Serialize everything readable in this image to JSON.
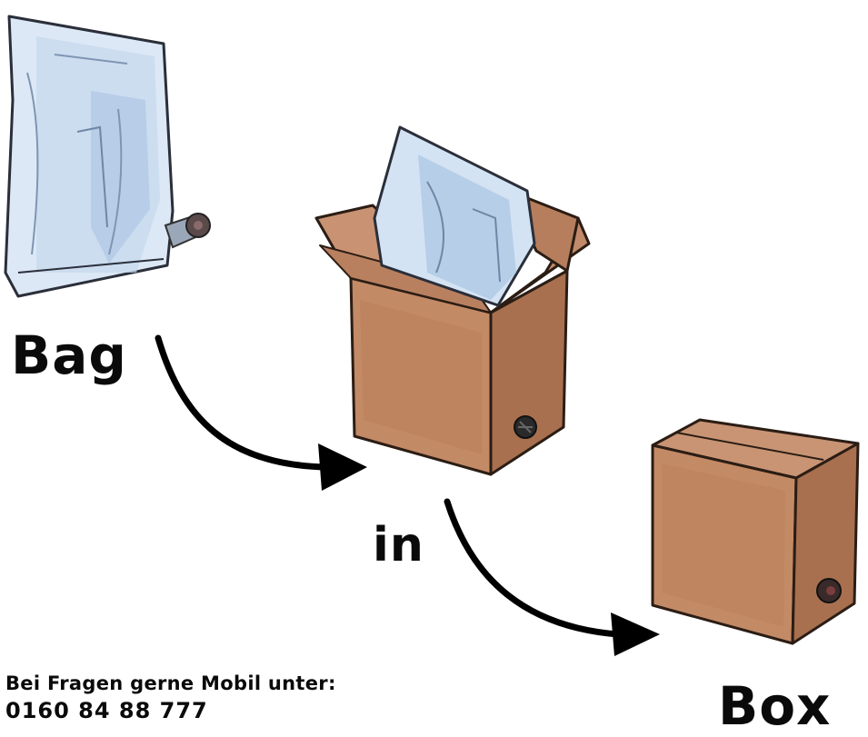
{
  "labels": {
    "bag": "Bag",
    "in": "in",
    "box": "Box"
  },
  "contact": {
    "prompt": "Bei Fragen gerne Mobil unter:",
    "phone": "0160 84 88 777"
  },
  "colors": {
    "cardboard": "#c38a66",
    "cardboard_dark": "#a8704f",
    "bag_blue": "#c9dbef",
    "ink": "#0a0a0a"
  }
}
